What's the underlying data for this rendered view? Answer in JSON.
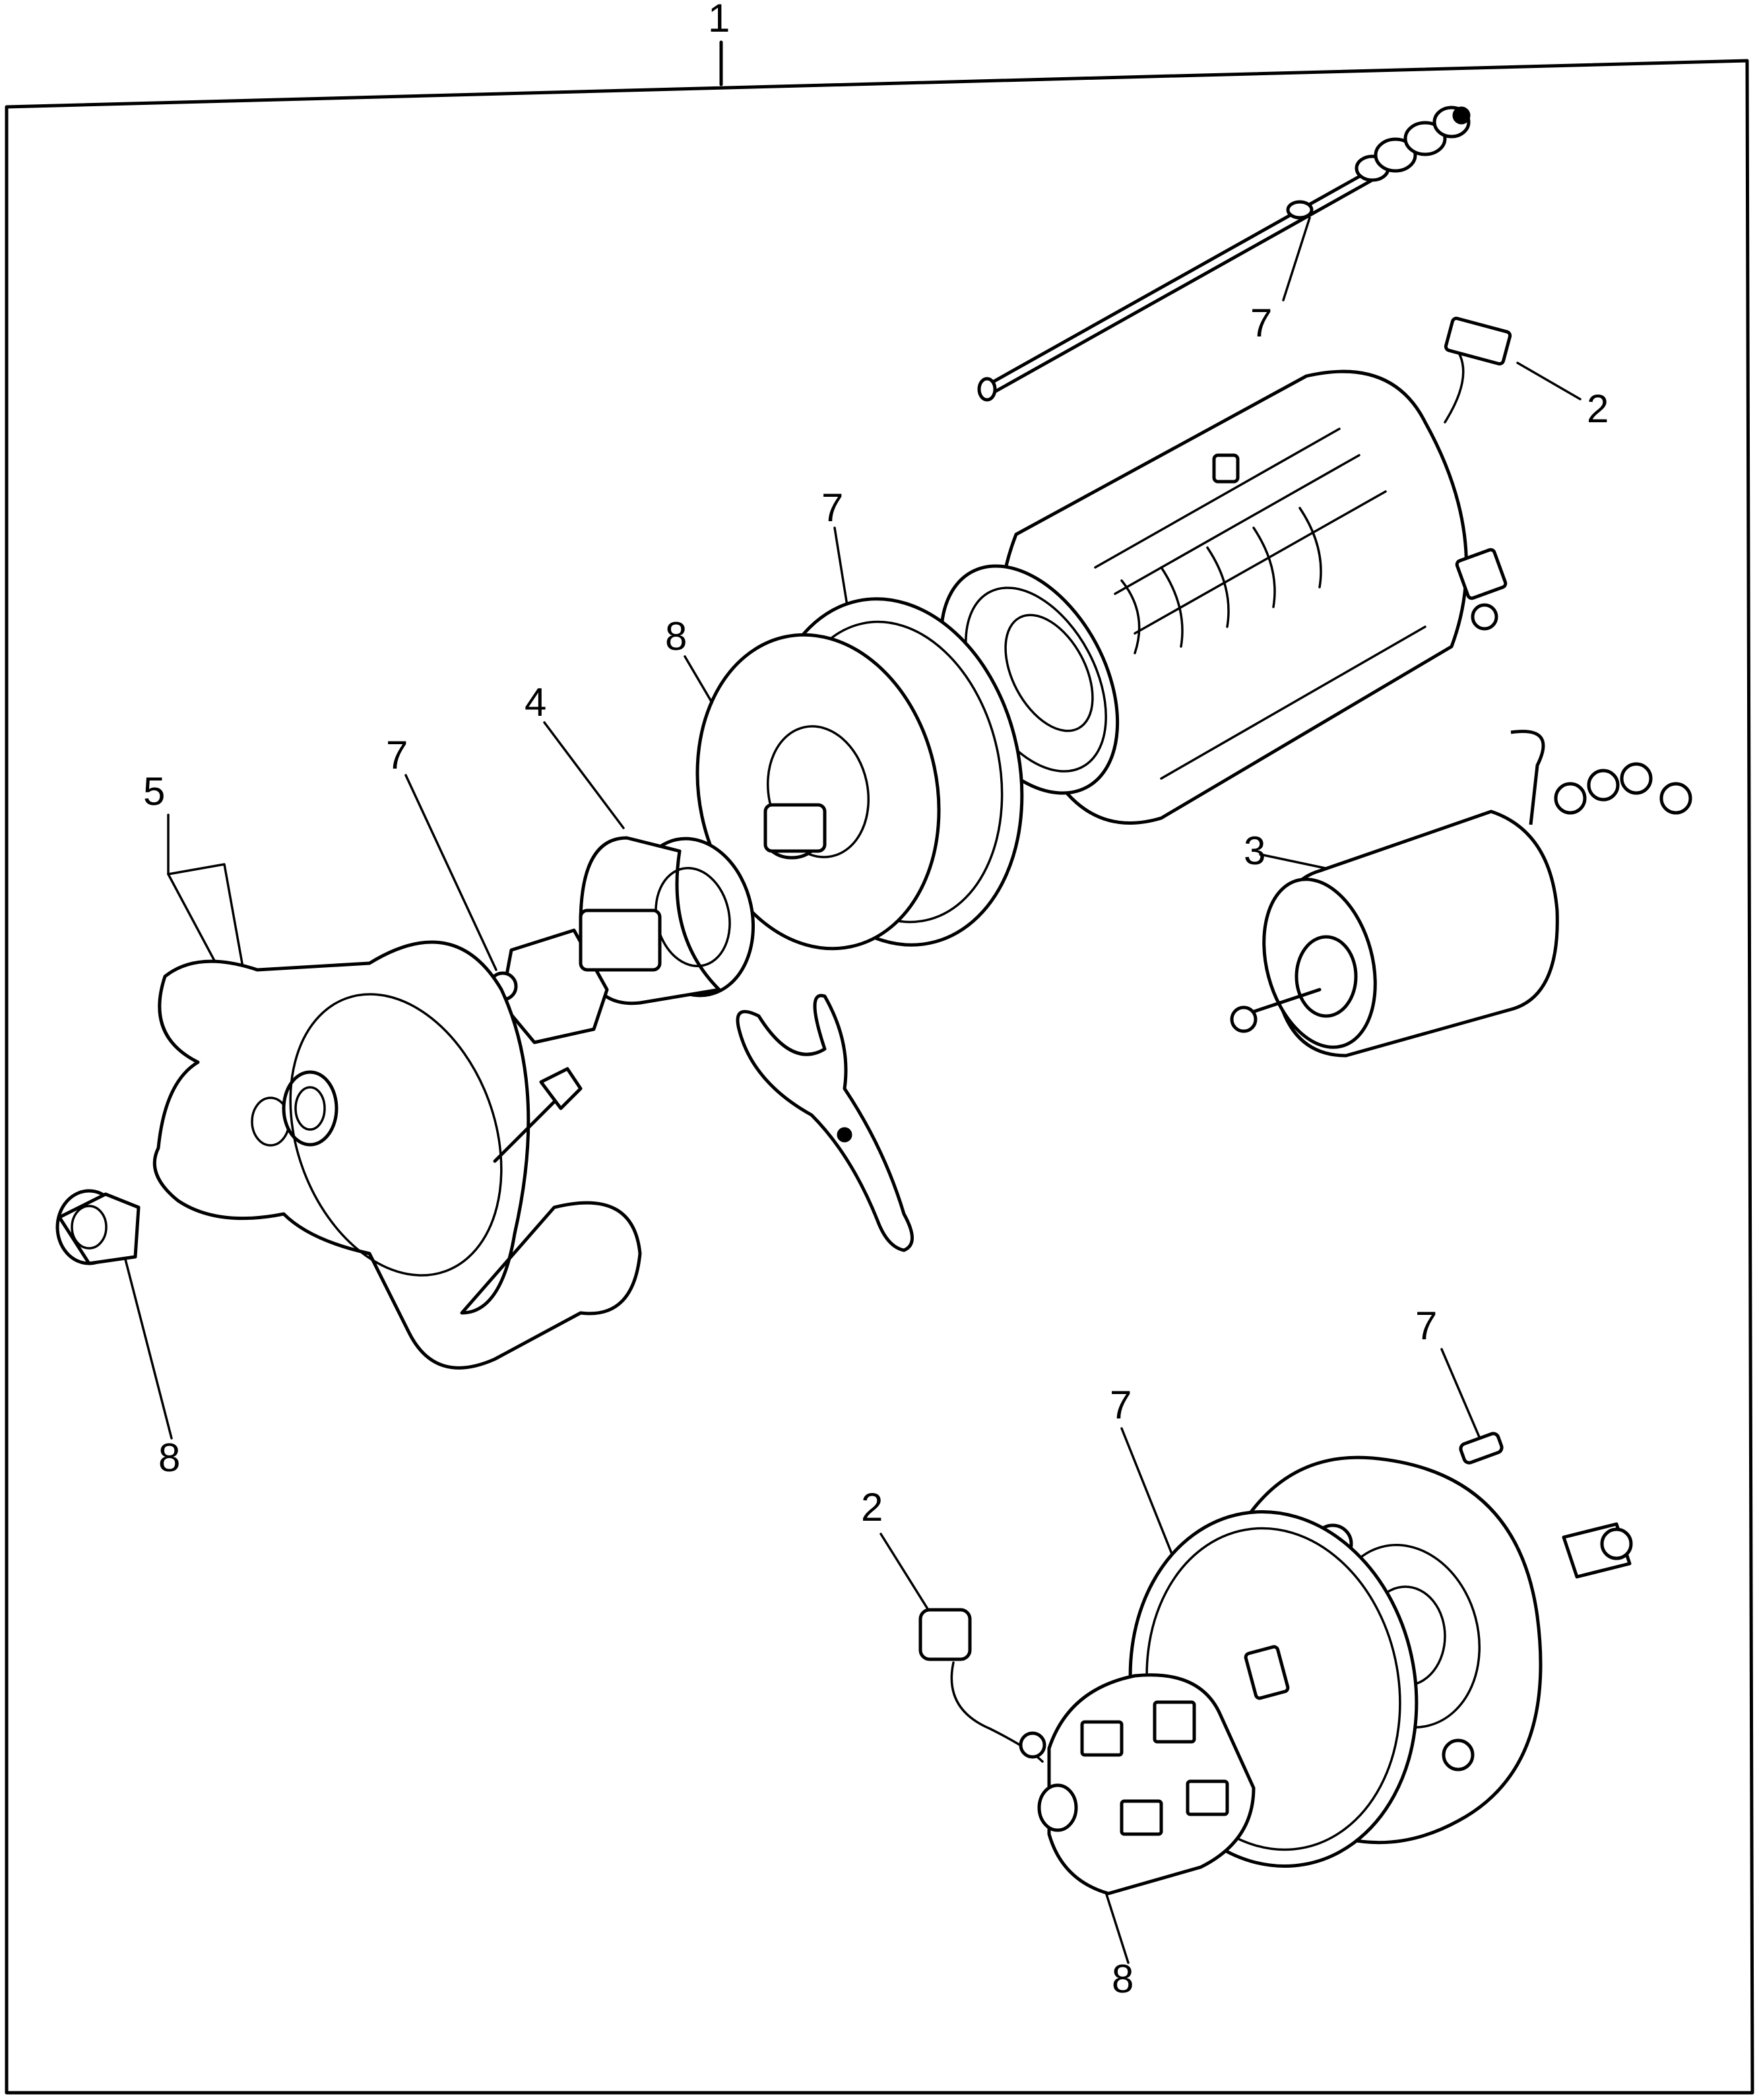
{
  "figure": {
    "callouts": [
      {
        "id": "assembly",
        "label": "1"
      },
      {
        "id": "through-bolt-top",
        "label": "7"
      },
      {
        "id": "lead-wire-top",
        "label": "2"
      },
      {
        "id": "field-frame-gasket",
        "label": "7"
      },
      {
        "id": "front-shaft-bushing",
        "label": "8"
      },
      {
        "id": "solenoid",
        "label": "3"
      },
      {
        "id": "overrunning-clutch",
        "label": "4"
      },
      {
        "id": "pinion-stop",
        "label": "7"
      },
      {
        "id": "snap-ring-set",
        "label": "5"
      },
      {
        "id": "nose-bushing",
        "label": "8"
      },
      {
        "id": "end-cover-screw",
        "label": "7"
      },
      {
        "id": "end-cover-gasket",
        "label": "7"
      },
      {
        "id": "brush-lead",
        "label": "2"
      },
      {
        "id": "brush-holder-bushing",
        "label": "8"
      }
    ]
  }
}
